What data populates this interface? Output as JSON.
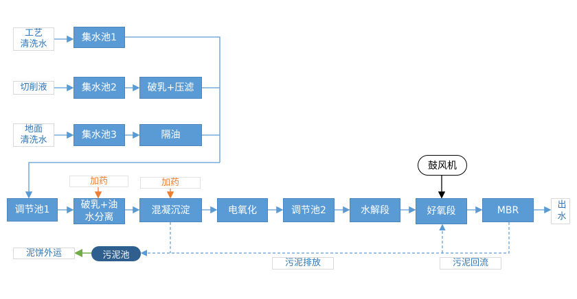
{
  "sources": {
    "process_wash": "工艺\n清洗水",
    "cutting_fluid": "切削液",
    "floor_wash": "地面\n清洗水"
  },
  "tanks": {
    "collection_1": "集水池1",
    "collection_2": "集水池2",
    "collection_3": "集水池3",
    "demulsify_press": "破乳+压滤",
    "oil_separation": "隔油"
  },
  "main_line": {
    "equalization_1": "调节池1",
    "demulsify_oil_water": "破乳+油\n水分离",
    "coagulation_settling": "混凝沉淀",
    "electro_oxidation": "电氧化",
    "equalization_2": "调节池2",
    "hydrolysis": "水解段",
    "aerobic": "好氧段",
    "mbr": "MBR",
    "outlet": "出水"
  },
  "dosing": {
    "dosing_1": "加药",
    "dosing_2": "加药"
  },
  "blower": "鼓风机",
  "sludge": {
    "tank": "污泥池",
    "cake_out": "泥饼外运",
    "discharge": "污泥排放",
    "return": "污泥回流"
  },
  "colors": {
    "box_fill": "#5b9bd5",
    "line_blue": "#5b9bd5",
    "text_blue": "#2e75b6",
    "dosing_orange": "#ed7d31",
    "sludge_tank": "#2f5f8f",
    "cake_arrow_green": "#70ad47"
  }
}
